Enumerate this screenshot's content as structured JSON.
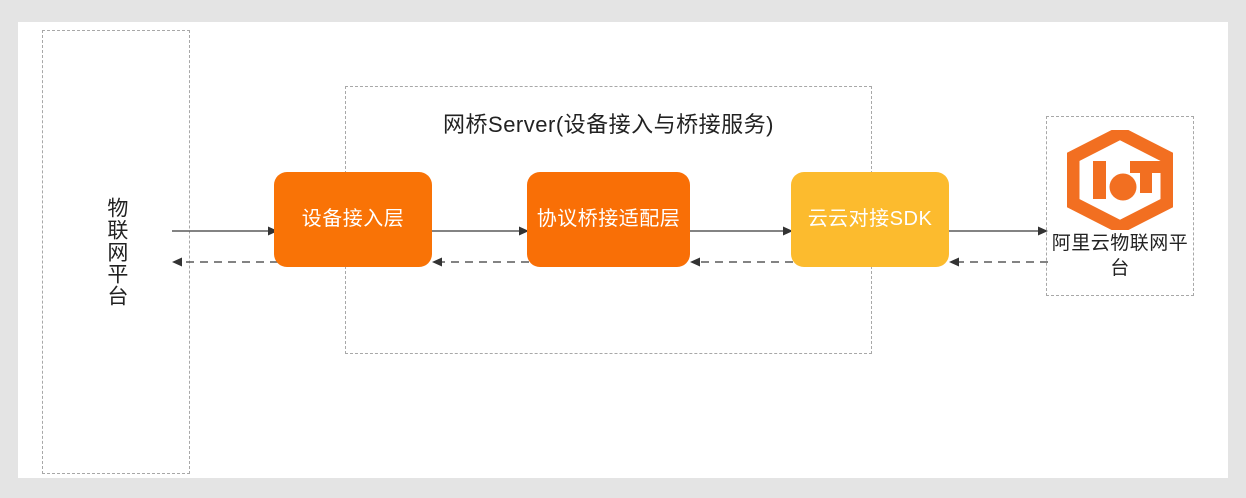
{
  "diagram": {
    "type": "architecture-flow",
    "background_color": "#e4e4e4",
    "canvas_color": "#ffffff",
    "left_platform": {
      "label": "物联网平台",
      "border_style": "dotted",
      "border_color": "#a8a8a8"
    },
    "bridge_server": {
      "title": "网桥Server(设备接入与桥接服务)",
      "border_style": "dashed",
      "border_color": "#a8a8a8",
      "boxes": [
        {
          "label": "设备接入层",
          "color": "#f97306"
        },
        {
          "label": "协议桥接适配层",
          "color": "#f96f06"
        },
        {
          "label": "云云对接SDK",
          "color": "#fcbb2e"
        }
      ]
    },
    "right_platform": {
      "label": "阿里云物联网平台",
      "logo_name": "iot-hexagon-logo",
      "logo_color": "#f26f21",
      "border_style": "dashed",
      "border_color": "#a8a8a8"
    },
    "connectors": {
      "forward_style": "solid",
      "reverse_style": "dashed",
      "line_color": "#5a5a5a",
      "count": 4
    }
  }
}
